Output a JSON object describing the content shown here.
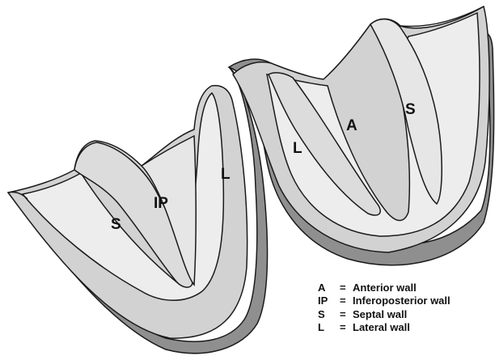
{
  "labels": {
    "left_septal": "S",
    "left_inferoposterior": "IP",
    "left_lateral": "L",
    "right_lateral": "L",
    "right_anterior": "A",
    "right_septal": "S"
  },
  "legend": [
    {
      "abbr": "A",
      "eq": "=",
      "text": "Anterior wall"
    },
    {
      "abbr": "IP",
      "eq": "=",
      "text": "Inferoposterior wall"
    },
    {
      "abbr": "S",
      "eq": "=",
      "text": "Septal wall"
    },
    {
      "abbr": "L",
      "eq": "=",
      "text": "Lateral wall"
    }
  ],
  "colors": {
    "outer_shadow": "#8f8f8f",
    "wall": "#d2d2d2",
    "cavity": "#ededed",
    "outline": "#1a1a1a"
  }
}
